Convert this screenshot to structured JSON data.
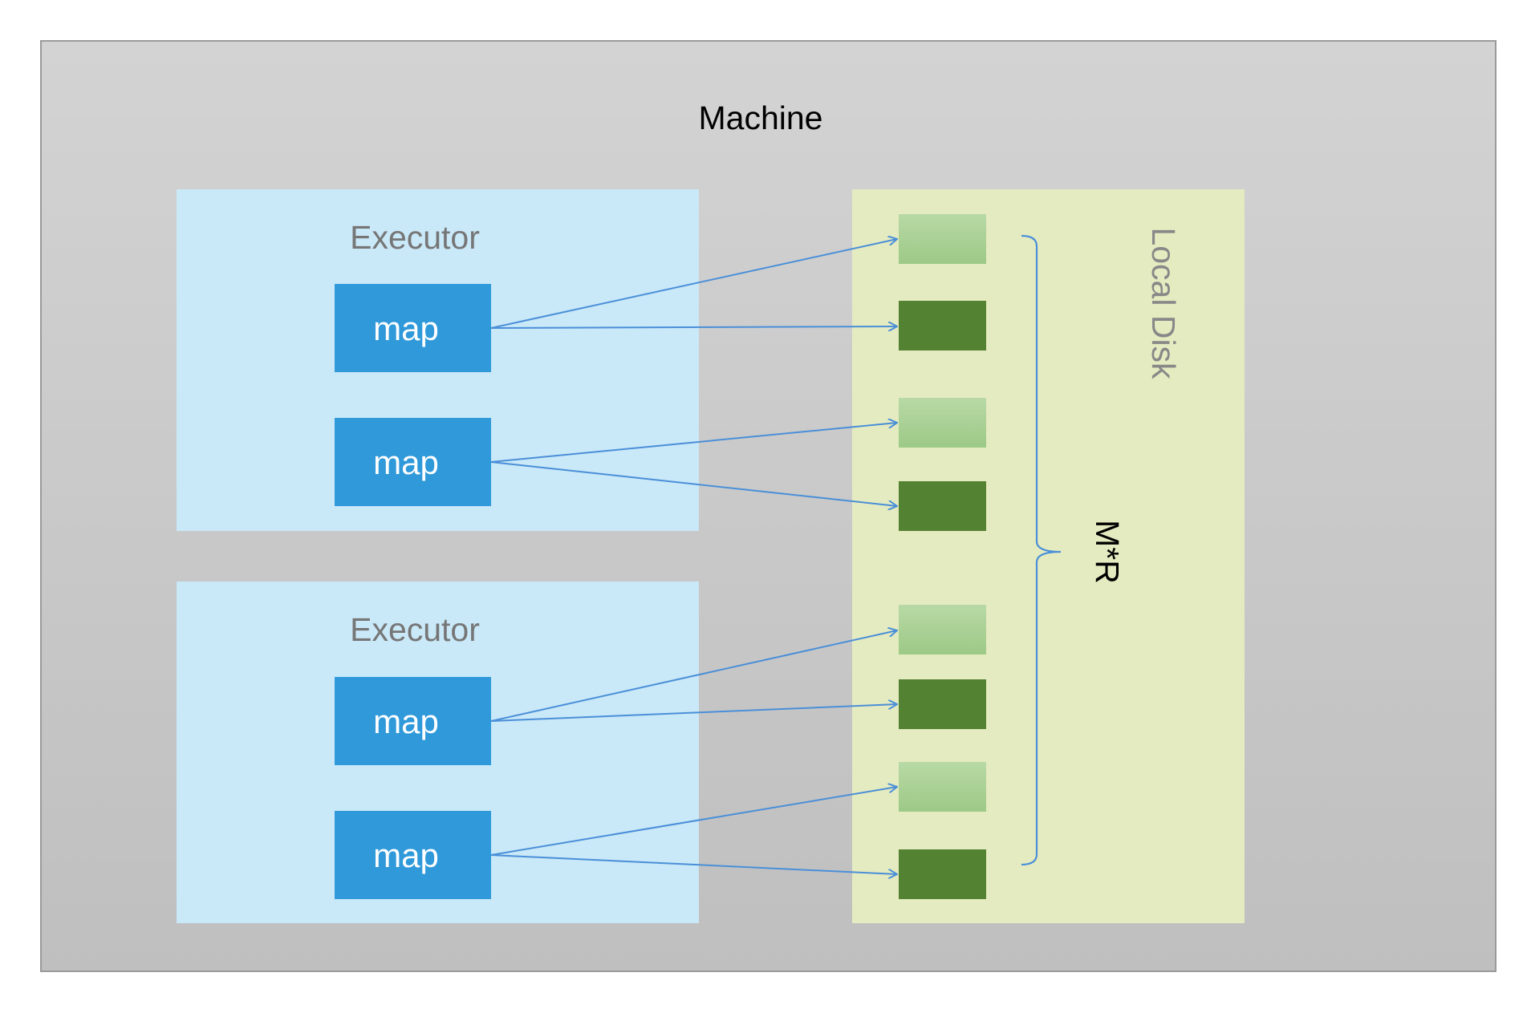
{
  "machine": {
    "label": "Machine"
  },
  "executors": [
    {
      "label": "Executor",
      "maps": [
        {
          "label": "map"
        },
        {
          "label": "map"
        }
      ]
    },
    {
      "label": "Executor",
      "maps": [
        {
          "label": "map"
        },
        {
          "label": "map"
        }
      ]
    }
  ],
  "local_disk": {
    "label": "Local Disk",
    "files": [
      {
        "kind": "light"
      },
      {
        "kind": "dark"
      },
      {
        "kind": "light"
      },
      {
        "kind": "dark"
      },
      {
        "kind": "light"
      },
      {
        "kind": "dark"
      },
      {
        "kind": "light"
      },
      {
        "kind": "dark"
      }
    ],
    "brace_label": "M*R"
  },
  "edges": [
    {
      "from": "executors.0.maps.0",
      "to": "local_disk.files.0"
    },
    {
      "from": "executors.0.maps.0",
      "to": "local_disk.files.1"
    },
    {
      "from": "executors.0.maps.1",
      "to": "local_disk.files.2"
    },
    {
      "from": "executors.0.maps.1",
      "to": "local_disk.files.3"
    },
    {
      "from": "executors.1.maps.0",
      "to": "local_disk.files.4"
    },
    {
      "from": "executors.1.maps.0",
      "to": "local_disk.files.5"
    },
    {
      "from": "executors.1.maps.1",
      "to": "local_disk.files.6"
    },
    {
      "from": "executors.1.maps.1",
      "to": "local_disk.files.7"
    }
  ],
  "colors": {
    "machine_fill_top": "#d3d3d3",
    "machine_fill_bottom": "#bfbfbf",
    "machine_border": "#9a9a9a",
    "executor_fill": "#c9e8f8",
    "map_fill": "#2f99da",
    "disk_fill": "#e5ebc0",
    "file_light_top": "#b8d9a5",
    "file_light_bottom": "#9dc987",
    "file_dark": "#548233",
    "edge": "#4a8fd8"
  }
}
